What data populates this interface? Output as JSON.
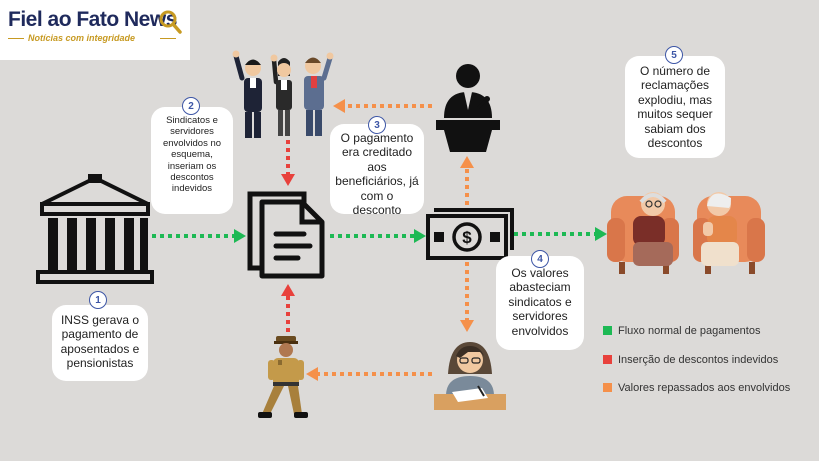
{
  "logo": {
    "title": "Fiel ao Fato News",
    "subtitle": "Notícias com integridade"
  },
  "steps": [
    {
      "num": "1",
      "text": "INSS gerava o pagamento de aposentados e pensionistas"
    },
    {
      "num": "2",
      "text": "Sindicatos e servidores envolvidos no esquema, inseriam os descontos indevidos"
    },
    {
      "num": "3",
      "text": "O pagamento era creditado aos beneficiários, já com o desconto"
    },
    {
      "num": "4",
      "text": "Os valores abasteciam sindicatos e servidores envolvidos"
    },
    {
      "num": "5",
      "text": "O número de reclamações explodiu, mas muitos sequer sabiam dos descontos"
    }
  ],
  "legend": [
    {
      "label": "Fluxo normal de pagamentos",
      "color": "#1db954"
    },
    {
      "label": "Inserção de descontos indevidos",
      "color": "#e8413c"
    },
    {
      "label": "Valores repassados aos envolvidos",
      "color": "#f5904a"
    }
  ],
  "colors": {
    "green": "#1db954",
    "red": "#e8413c",
    "orange": "#f5904a",
    "badge": "#3d56a6"
  },
  "icons": [
    "government-building-icon",
    "document-icon",
    "money-bill-icon",
    "protesters-icon",
    "speaker-podium-icon",
    "elderly-couple-icon",
    "officer-icon",
    "clerk-desk-icon",
    "magnifier-icon"
  ]
}
